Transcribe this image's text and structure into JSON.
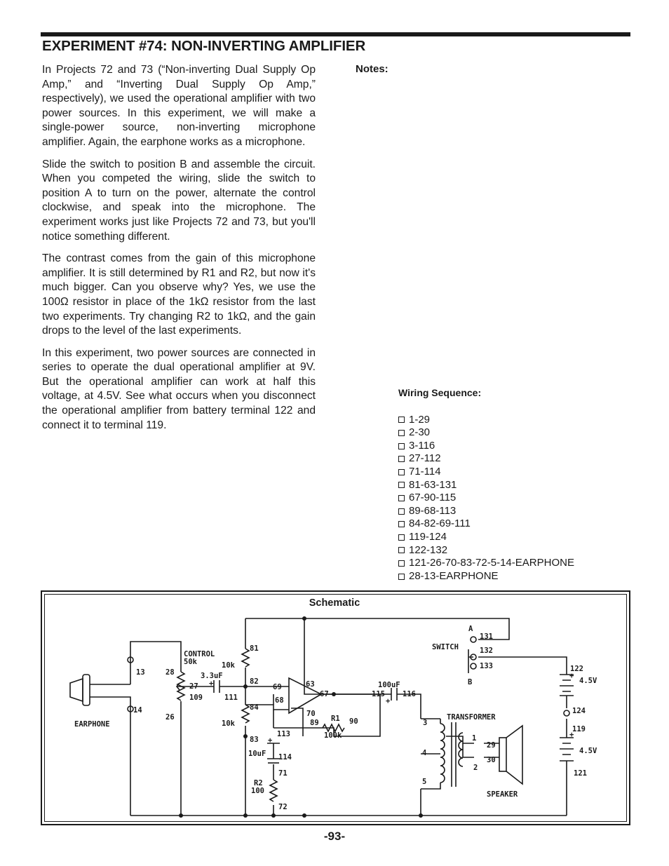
{
  "title": "EXPERIMENT #74:  NON-INVERTING AMPLIFIER",
  "paragraphs": [
    "In Projects 72 and 73 (“Non-inverting Dual Supply Op Amp,” and “Inverting Dual Supply Op Amp,” respectively), we used the operational amplifier with two power sources. In this experiment, we will make a single-power source, non-inverting microphone amplifier. Again, the earphone works as a microphone.",
    "Slide the switch to position B and assemble the circuit. When you competed the wiring, slide the switch to position A to turn on the power, alternate the control clockwise, and speak into the microphone. The experiment works just like Projects 72 and 73, but you'll notice something different.",
    "The contrast comes from the gain of this microphone amplifier. It is still determined by R1 and R2, but now it's much bigger. Can you observe why? Yes, we use the 100Ω resistor in place of the 1kΩ resistor from the last two experiments. Try changing R2 to 1kΩ, and the gain drops to the level of the last experiments.",
    "In this experiment, two power sources are connected in series to operate the dual operational amplifier at 9V. But the operational amplifier can work at half this voltage, at 4.5V. See what occurs when you disconnect the operational amplifier from battery terminal 122 and connect it to terminal 119."
  ],
  "notes_label": "Notes:",
  "wiring": {
    "title": "Wiring Sequence:",
    "items": [
      "1-29",
      "2-30",
      "3-116",
      "27-112",
      "71-114",
      "81-63-131",
      "67-90-115",
      "89-68-113",
      "84-82-69-111",
      "119-124",
      "122-132",
      "121-26-70-83-72-5-14-EARPHONE",
      "28-13-EARPHONE"
    ]
  },
  "schematic": {
    "title": "Schematic",
    "labels": {
      "control": "CONTROL",
      "control_val": "50k",
      "t13": "13",
      "t14": "14",
      "t28": "28",
      "t26": "26",
      "t27": "27",
      "t109": "109",
      "t111": "111",
      "cap1": "3.3uF",
      "earphone": "EARPHONE",
      "t81": "81",
      "r10k_a": "10k",
      "t82": "82",
      "t84": "84",
      "r10k_b": "10k",
      "t83": "83",
      "t113": "113",
      "cap2": "10uF",
      "t114": "114",
      "t71": "71",
      "r2": "R2",
      "r2_val": "100",
      "t72": "72",
      "t69": "69",
      "t68": "68",
      "t63": "63",
      "t67": "67",
      "t70": "70",
      "t89": "89",
      "r1": "R1",
      "t90": "90",
      "r1_val": "100k",
      "cap3": "100uF",
      "t115": "115",
      "t116": "116",
      "transformer": "TRANSFORMER",
      "t3": "3",
      "t4": "4",
      "t5": "5",
      "t1": "1",
      "t2": "2",
      "t29": "29",
      "t30": "30",
      "speaker": "SPEAKER",
      "a": "A",
      "b": "B",
      "switch": "SWITCH",
      "t131": "131",
      "t132": "132",
      "t133": "133",
      "t122": "122",
      "bat1": "4.5V",
      "t124": "124",
      "t119": "119",
      "bat2": "4.5V",
      "t121": "121",
      "plus": "+"
    }
  },
  "page_number": "-93-"
}
